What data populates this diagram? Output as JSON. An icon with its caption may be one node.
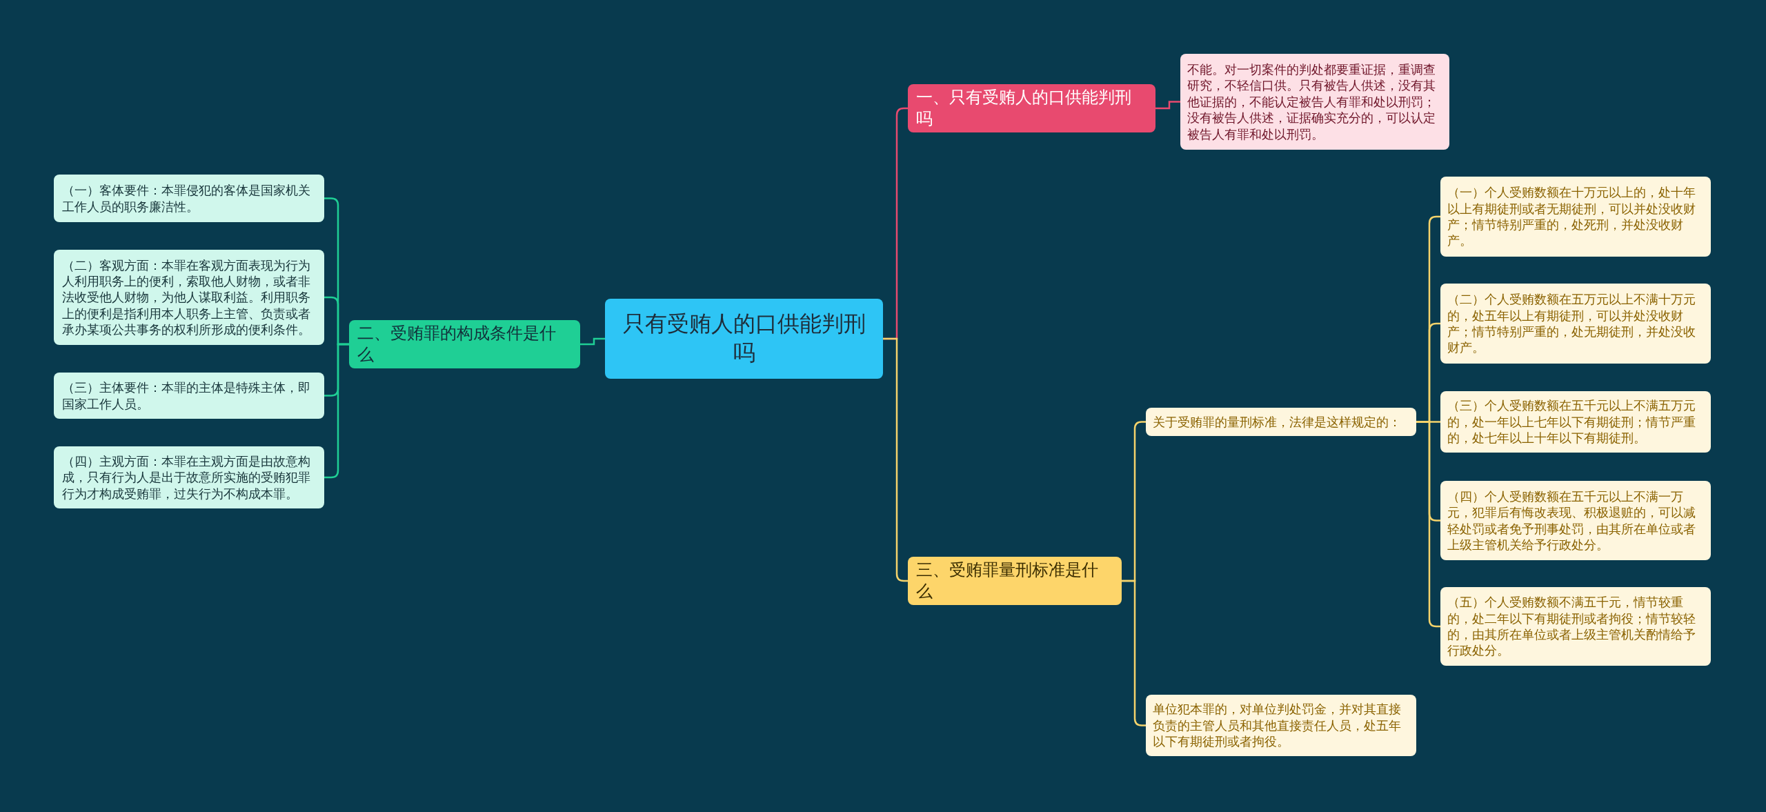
{
  "diagram": {
    "nodes": [
      {
        "text": [
          "只有受贿人的口供能判刑吗"
        ]
      },
      {
        "text": [
          "一、只有受贿人的口供能判刑吗"
        ]
      },
      {
        "text": [
          "不能。对一切案件的判处都要重证据，重调查研究，不轻信口供。只有被告人供述，没有其他证据的，不能认定被告人有罪和处以刑罚；没有被告人供述，证据确实充分的，可以认定被告人有罪和处以刑罚。"
        ]
      },
      {
        "text": [
          "二、受贿罪的构成条件是什么"
        ]
      },
      {
        "text": [
          "（一）客体要件：本罪侵犯的客体是国家机关工作人员的职务廉洁性。"
        ]
      },
      {
        "text": [
          "（二）客观方面：本罪在客观方面表现为行为人利用职务上的便利，索取他人财物，或者非法收受他人财物，为他人谋取利益。利用职务上的便利是指利用本人职务上主管、负责或者承办某项公共事务的权利所形成的便利条件。"
        ]
      },
      {
        "text": [
          "（三）主体要件：本罪的主体是特殊主体，即国家工作人员。"
        ]
      },
      {
        "text": [
          "（四）主观方面：本罪在主观方面是由故意构成，只有行为人是出于故意所实施的受贿犯罪行为才构成受贿罪，过失行为不构成本罪。"
        ]
      },
      {
        "text": [
          "三、受贿罪量刑标准是什么"
        ]
      },
      {
        "text": [
          "关于受贿罪的量刑标准，法律是这样规定的："
        ]
      },
      {
        "text": [
          "（一）个人受贿数额在十万元以上的，处十年以上有期徒刑或者无期徒刑，可以并处没收财产；情节特别严重的，处死刑，并处没收财产。"
        ]
      },
      {
        "text": [
          "（二）个人受贿数额在五万元以上不满十万元的，处五年以上有期徒刑，可以并处没收财产；情节特别严重的，处无期徒刑，并处没收财产。"
        ]
      },
      {
        "text": [
          "（三）个人受贿数额在五千元以上不满五万元的，处一年以上七年以下有期徒刑；情节严重的，处七年以上十年以下有期徒刑。"
        ]
      },
      {
        "text": [
          "（四）个人受贿数额在五千元以上不满一万元，犯罪后有悔改表现、积极退赃的，可以减轻处罚或者免予刑事处罚，由其所在单位或者上级主管机关给予行政处分。"
        ]
      },
      {
        "text": [
          "（五）个人受贿数额不满五千元，情节较重的，处二年以下有期徒刑或者拘役；情节较轻的，由其所在单位或者上级主管机关酌情给予行政处分。"
        ]
      },
      {
        "text": [
          "单位犯本罪的，对单位判处罚金，并对其直接负责的主管人员和其他直接责任人员，处五年以下有期徒刑或者拘役。"
        ]
      }
    ],
    "edges": [
      {
        "from": 0,
        "to": 1,
        "arrow": "none",
        "color": "#e84a6f"
      },
      {
        "from": 1,
        "to": 2,
        "arrow": "none",
        "color": "#e84a6f"
      },
      {
        "from": 0,
        "to": 3,
        "arrow": "none",
        "color": "#1fcf95"
      },
      {
        "from": 3,
        "to": 4,
        "arrow": "none",
        "color": "#1fcf95"
      },
      {
        "from": 3,
        "to": 5,
        "arrow": "none",
        "color": "#1fcf95"
      },
      {
        "from": 3,
        "to": 6,
        "arrow": "none",
        "color": "#1fcf95"
      },
      {
        "from": 3,
        "to": 7,
        "arrow": "none",
        "color": "#1fcf95"
      },
      {
        "from": 0,
        "to": 8,
        "arrow": "none"
      },
      {
        "from": 8,
        "to": 9,
        "arrow": "none"
      },
      {
        "from": 9,
        "to": 10,
        "arrow": "none"
      },
      {
        "from": 9,
        "to": 11,
        "arrow": "none"
      },
      {
        "from": 9,
        "to": 12,
        "arrow": "none"
      },
      {
        "from": 9,
        "to": 13,
        "arrow": "none"
      },
      {
        "from": 9,
        "to": 14,
        "arrow": "none"
      },
      {
        "from": 8,
        "to": 15,
        "arrow": "none"
      }
    ]
  }
}
